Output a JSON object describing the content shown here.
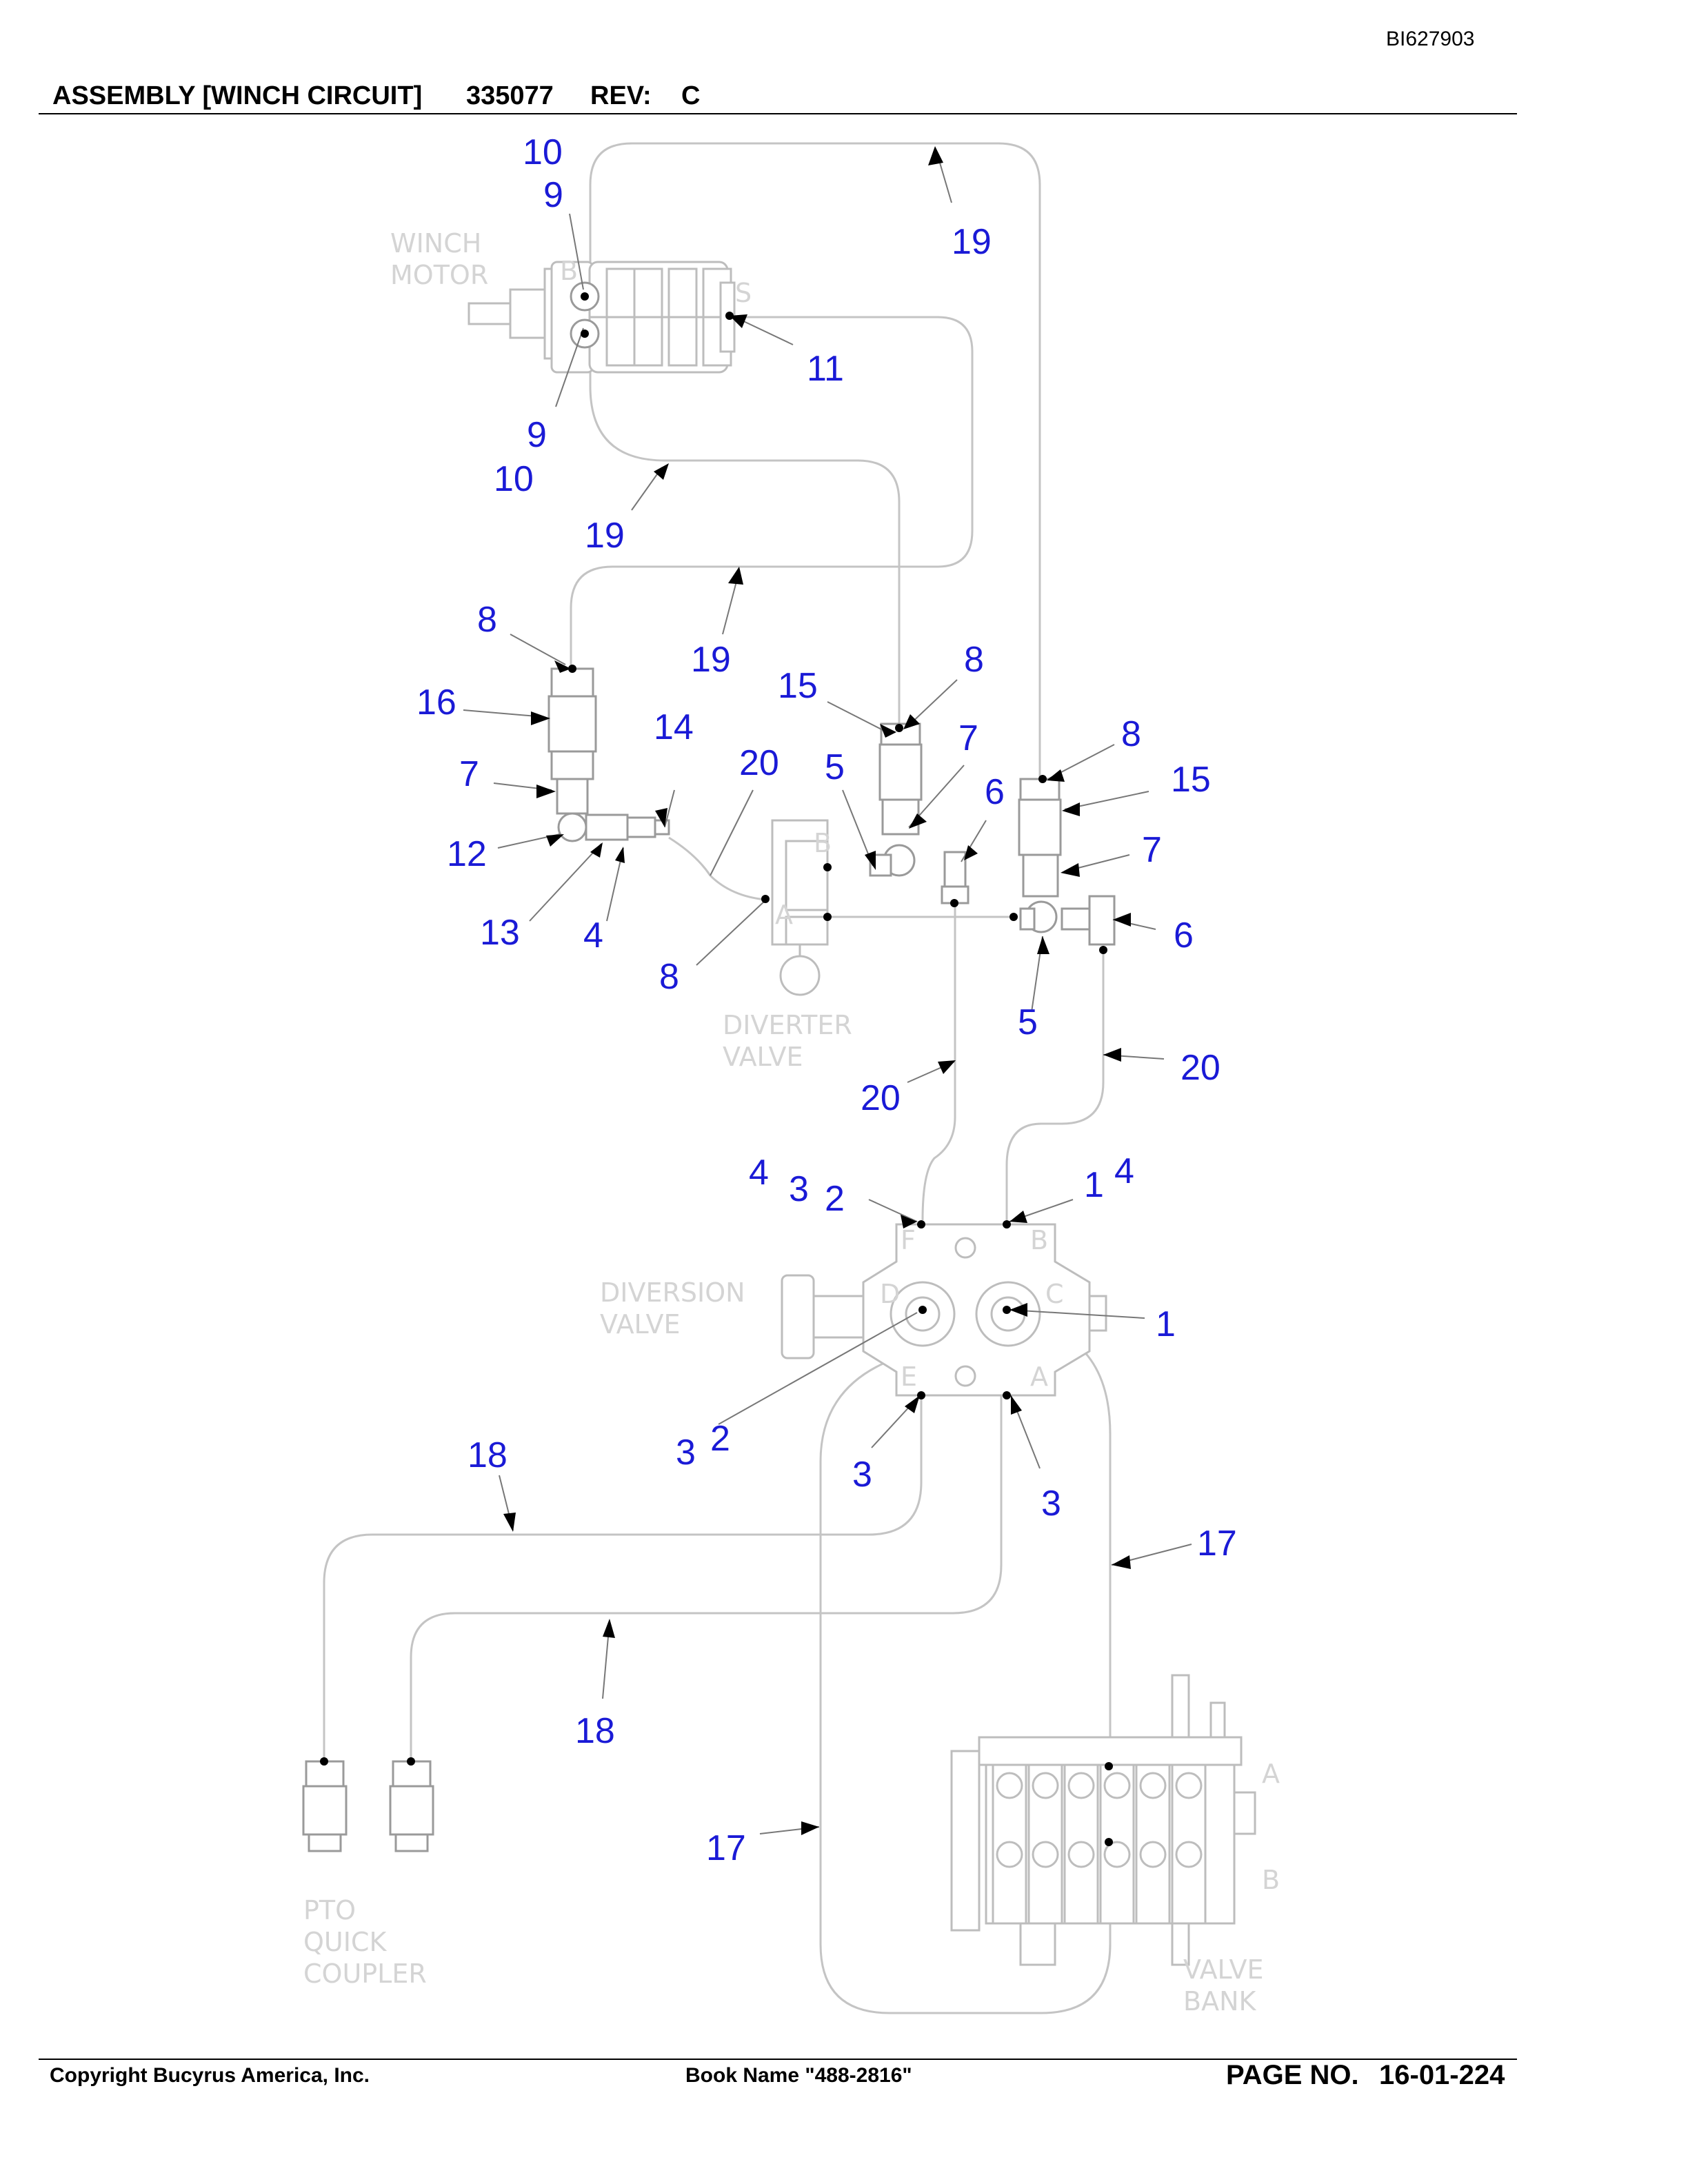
{
  "header": {
    "doc_id": "BI627903",
    "title": "ASSEMBLY [WINCH CIRCUIT]",
    "part_number": "335077",
    "rev_label": "REV:",
    "rev_value": "C"
  },
  "footer": {
    "copyright": "Copyright Bucyrus America, Inc.",
    "book_name": "Book Name \"488-2816\"",
    "page_label": "PAGE NO.",
    "page_number": "16-01-224"
  },
  "components": {
    "winch_motor": [
      "WINCH",
      "MOTOR"
    ],
    "diverter_valve": [
      "DIVERTER",
      "VALVE"
    ],
    "diversion_valve": [
      "DIVERSION",
      "VALVE"
    ],
    "pto_quick_coupler": [
      "PTO",
      "QUICK",
      "COUPLER"
    ],
    "valve_bank": [
      "VALVE",
      "BANK"
    ],
    "valve_bank_ports": [
      "A",
      "B"
    ],
    "diversion_ports": [
      "F",
      "B",
      "D",
      "C",
      "E",
      "A"
    ]
  },
  "callouts": [
    "10",
    "9",
    "19",
    "11",
    "9",
    "10",
    "19",
    "19",
    "8",
    "16",
    "14",
    "20",
    "15",
    "5",
    "8",
    "7",
    "6",
    "8",
    "15",
    "7",
    "12",
    "13",
    "4",
    "8",
    "7",
    "6",
    "5",
    "20",
    "20",
    "4",
    "3",
    "2",
    "1",
    "4",
    "1",
    "18",
    "3",
    "2",
    "3",
    "3",
    "17",
    "18",
    "17"
  ]
}
